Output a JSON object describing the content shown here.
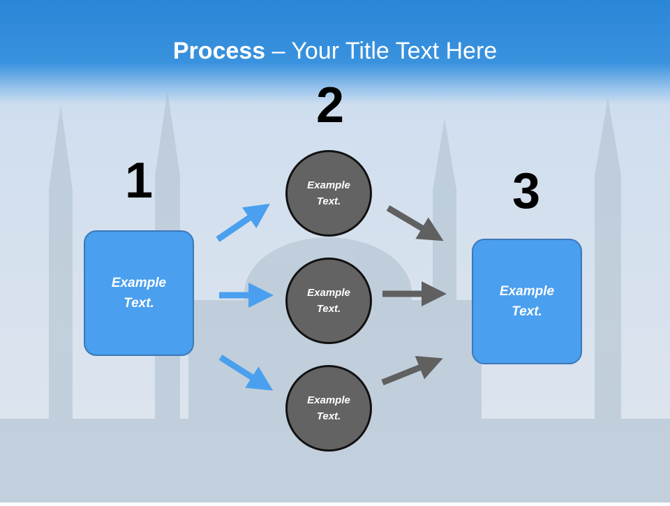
{
  "title": {
    "bold": "Process",
    "rest": " – Your Title Text Here"
  },
  "steps": [
    {
      "number": "1",
      "text_line1": "Example",
      "text_line2": "Text."
    },
    {
      "number": "2",
      "text_line1": "Example",
      "text_line2": "Text."
    },
    {
      "number": "3",
      "text_line1": "Example",
      "text_line2": "Text."
    }
  ],
  "middle_circles": [
    {
      "text_line1": "Example",
      "text_line2": "Text."
    },
    {
      "text_line1": "Example",
      "text_line2": "Text."
    },
    {
      "text_line1": "Example",
      "text_line2": "Text."
    }
  ],
  "colors": {
    "header": "#2a86d8",
    "box": "#4a9fee",
    "circle": "#636363",
    "blue_arrow": "#4a9fee",
    "gray_arrow": "#606060"
  }
}
